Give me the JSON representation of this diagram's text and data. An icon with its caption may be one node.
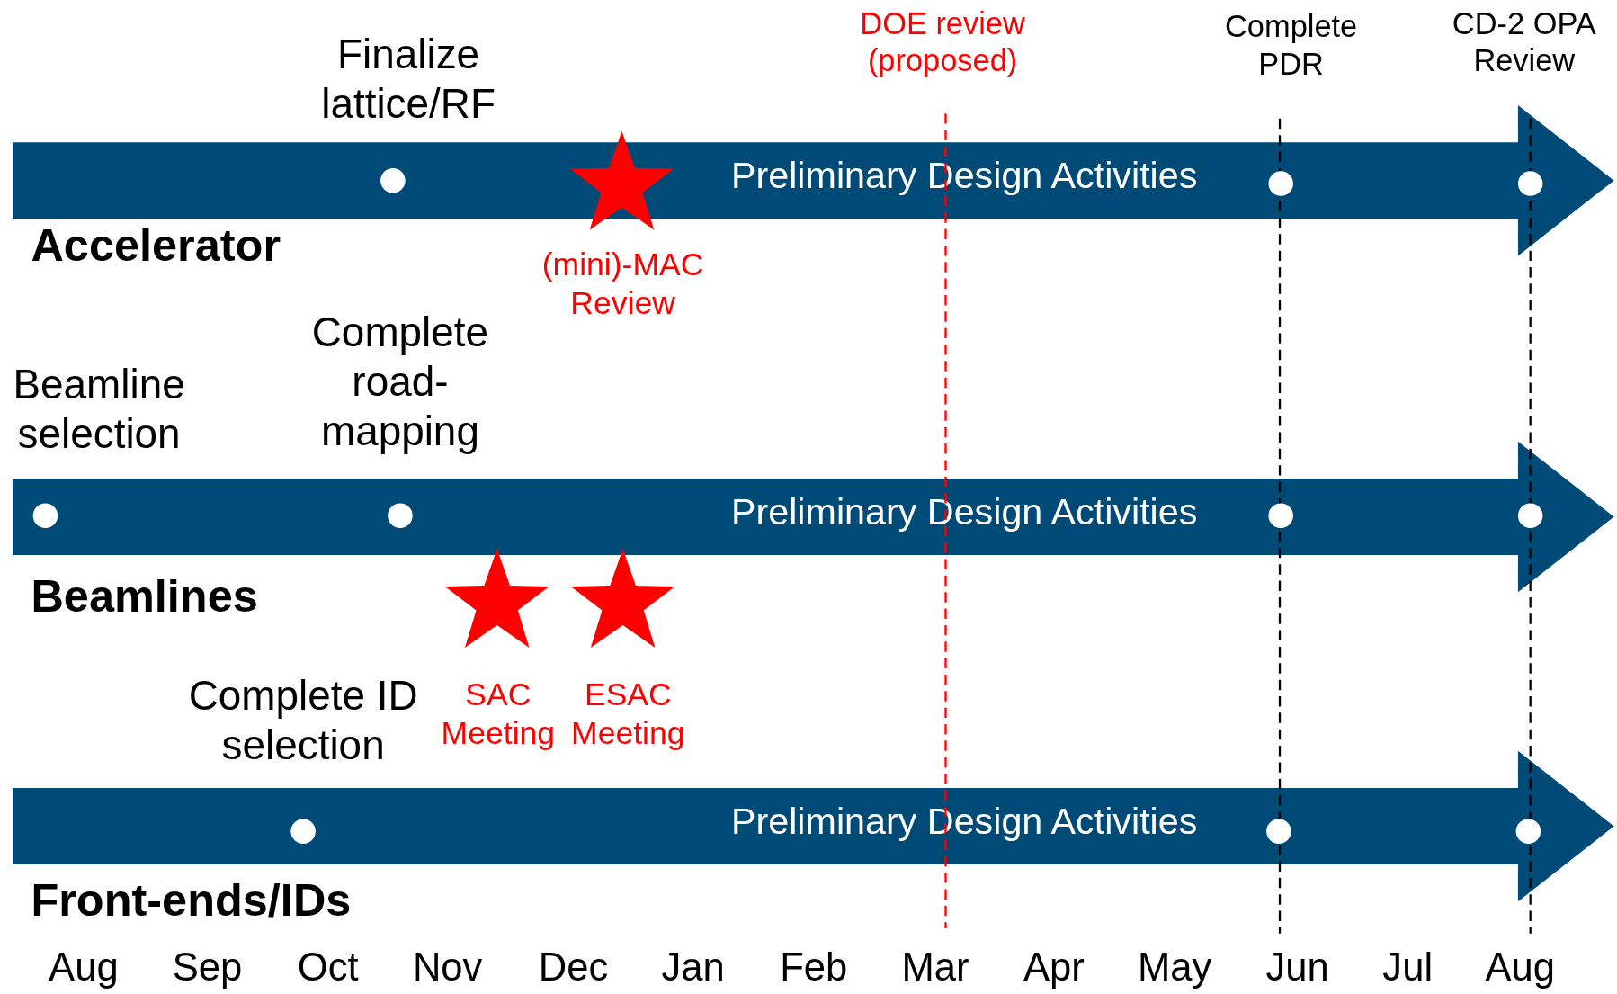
{
  "diagram": {
    "nodes": [
      {
        "text": [
          "Preliminary Design Activities"
        ],
        "beside": [
          "Accelerator"
        ]
      },
      {
        "text": [
          "Preliminary Design Activities"
        ],
        "beside": [
          "Beamlines"
        ]
      },
      {
        "text": [
          "Preliminary Design Activities"
        ],
        "beside": [
          "Front-ends/IDs"
        ]
      }
    ],
    "edges": [],
    "labels": [
      "DOE review (proposed)",
      "Complete PDR",
      "CD-2 OPA Review",
      "Finalize lattice/RF",
      "(mini)-MAC Review",
      "Complete road-mapping",
      "Beamline selection",
      "Complete ID selection",
      "SAC Meeting",
      "ESAC Meeting",
      "Aug",
      "Sep",
      "Oct",
      "Nov",
      "Dec",
      "Jan",
      "Feb",
      "Mar",
      "Apr",
      "May",
      "Jun",
      "Jul",
      "Aug"
    ]
  }
}
